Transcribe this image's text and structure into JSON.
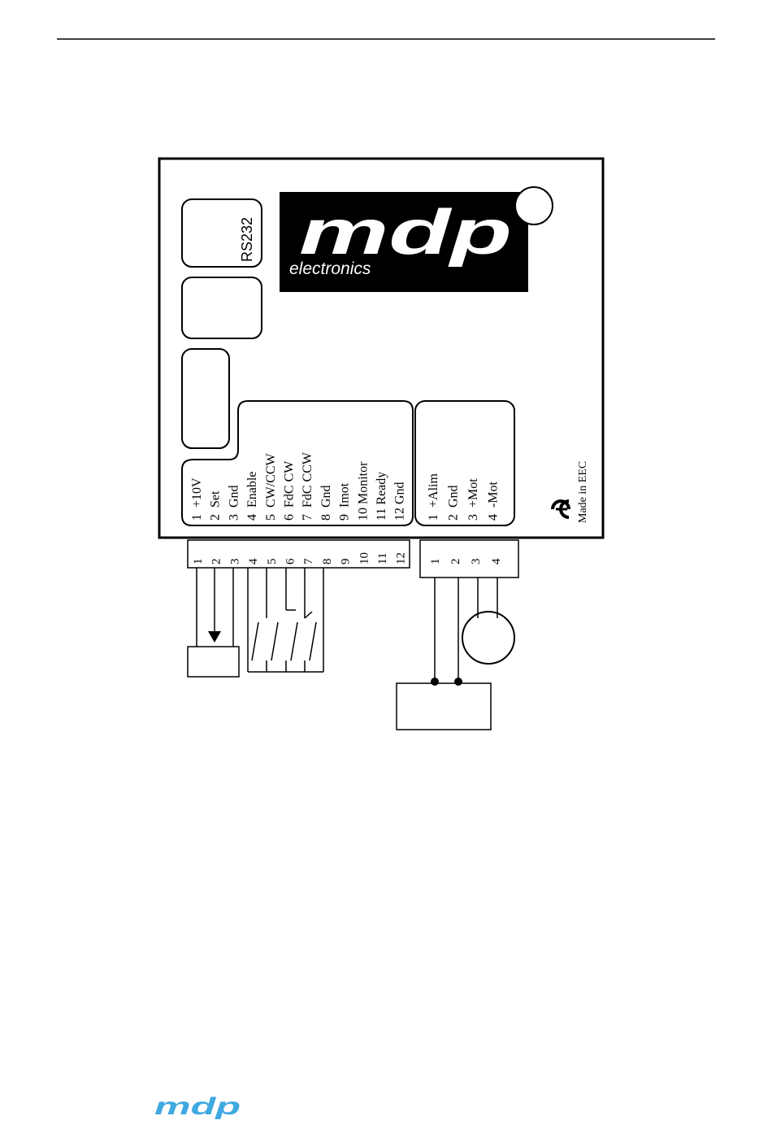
{
  "connector_labels": {
    "rs232": "RS232"
  },
  "logo": {
    "brand": "mdp",
    "tagline": "electronics"
  },
  "control_pins": [
    "1  +10V",
    "2  Set",
    "3  Gnd",
    "4  Enable",
    "5  CW/CCW",
    "6  FdC CW",
    "7  FdC CCW",
    "8  Gnd",
    "9  Imot",
    "10 Monitor",
    "11 Ready",
    "12 Gnd"
  ],
  "power_pins": [
    "1  +Alim",
    "2  Gnd",
    "3  +Mot",
    "4  -Mot"
  ],
  "terminal_numbers_control": [
    "1",
    "2",
    "3",
    "4",
    "5",
    "6",
    "7",
    "8",
    "9",
    "10",
    "11",
    "12"
  ],
  "terminal_numbers_power": [
    "1",
    "2",
    "3",
    "4"
  ],
  "marks": {
    "ce": "CE",
    "made_in": "Made in EEC"
  },
  "footer_logo": "mdp",
  "colors": {
    "ink": "#000000",
    "paper": "#ffffff",
    "footer_logo": "#3fa9e0"
  }
}
